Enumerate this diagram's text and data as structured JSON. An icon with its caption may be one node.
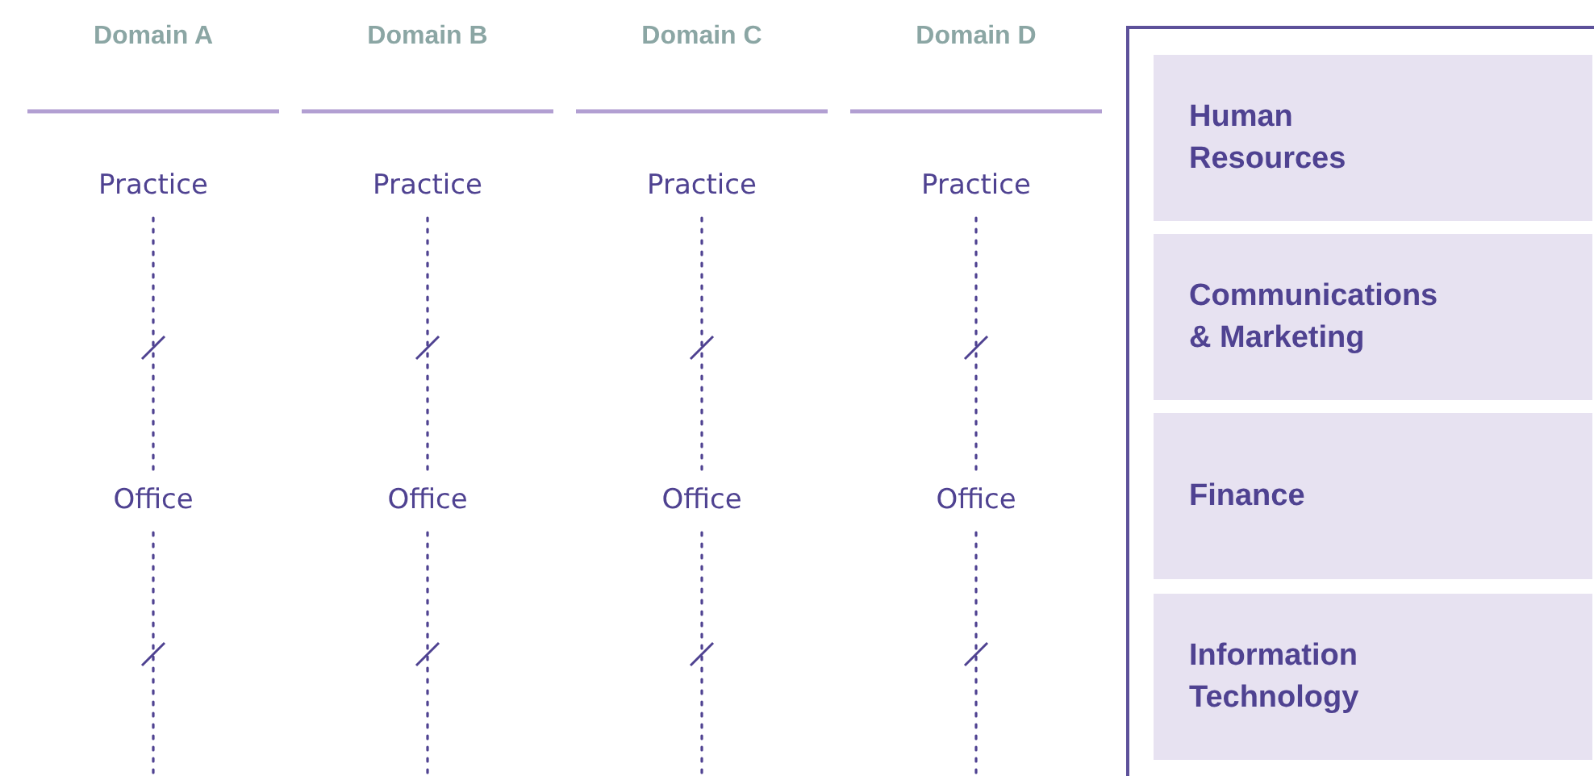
{
  "diagram": {
    "nodes": [
      {
        "text": [],
        "shape": "box"
      },
      {
        "text": [
          "Human Resources"
        ],
        "in": 0
      },
      {
        "text": [
          "Communications & Marketing"
        ],
        "in": 0
      },
      {
        "text": [
          "Finance"
        ],
        "in": 0
      },
      {
        "text": [
          "Information Technology"
        ],
        "in": 0
      },
      {
        "text": [
          "Practice"
        ]
      },
      {
        "text": [
          "Practice"
        ]
      },
      {
        "text": [
          "Practice"
        ]
      },
      {
        "text": [
          "Practice"
        ]
      },
      {
        "text": [
          "Office"
        ]
      },
      {
        "text": [
          "Office"
        ]
      },
      {
        "text": [
          "Office"
        ]
      },
      {
        "text": [
          "Office"
        ]
      }
    ],
    "edges": [
      {
        "from": 5,
        "to": 9,
        "arrow": "none",
        "style": "dashed"
      },
      {
        "from": 6,
        "to": 10,
        "arrow": "none",
        "style": "dashed"
      },
      {
        "from": 7,
        "to": 11,
        "arrow": "none",
        "style": "dashed"
      },
      {
        "from": 8,
        "to": 12,
        "arrow": "none",
        "style": "dashed"
      },
      {
        "from": 9,
        "to": null,
        "arrow": "none",
        "style": "dashed"
      },
      {
        "from": 10,
        "to": null,
        "arrow": "none",
        "style": "dashed"
      },
      {
        "from": 11,
        "to": null,
        "arrow": "none",
        "style": "dashed"
      },
      {
        "from": 12,
        "to": null,
        "arrow": "none",
        "style": "dashed"
      }
    ],
    "labels": [
      "Domain A",
      "Domain B",
      "Domain C",
      "Domain D"
    ]
  }
}
